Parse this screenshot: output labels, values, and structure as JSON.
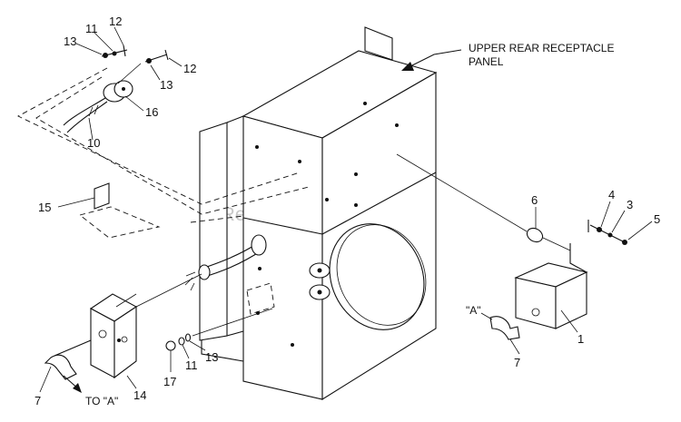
{
  "watermark": "eReplacementParts.com",
  "callouts": {
    "panel_line1": "UPPER REAR RECEPTACLE",
    "panel_line2": "PANEL",
    "ref_a": "\"A\"",
    "to_a": "TO \"A\""
  },
  "parts": {
    "p1": "1",
    "p3": "3",
    "p4": "4",
    "p5": "5",
    "p6": "6",
    "p7a": "7",
    "p7b": "7",
    "p10": "10",
    "p11a": "11",
    "p11b": "11",
    "p12a": "12",
    "p12b": "12",
    "p13a": "13",
    "p13b": "13",
    "p13c": "13",
    "p14": "14",
    "p15": "15",
    "p16": "16",
    "p17": "17"
  }
}
